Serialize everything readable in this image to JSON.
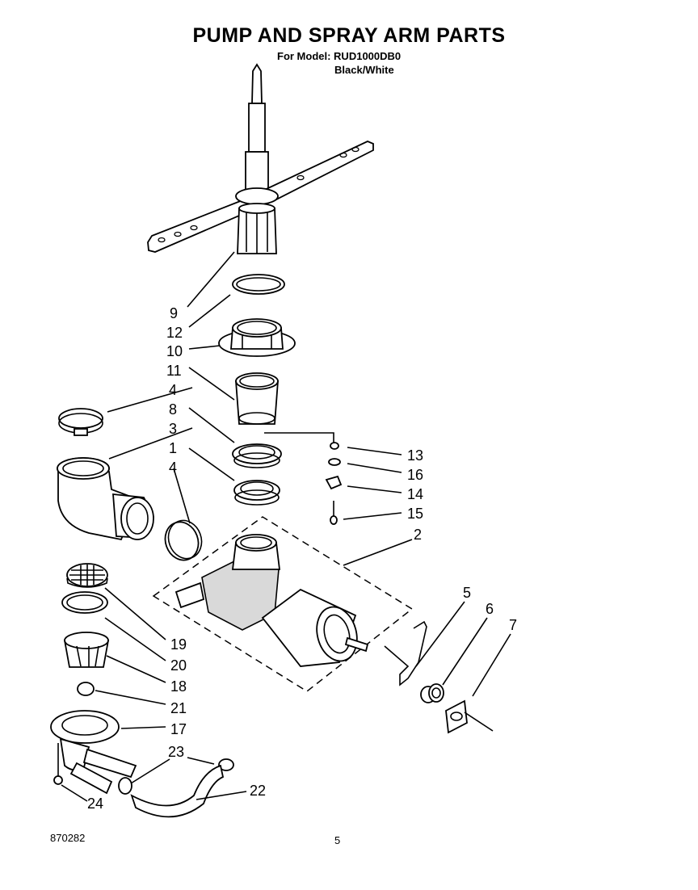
{
  "header": {
    "title": "PUMP AND SPRAY ARM PARTS",
    "model_line": "For Model: RUD1000DB0",
    "color_line": "Black/White"
  },
  "callouts": {
    "c1": "1",
    "c2": "2",
    "c3": "3",
    "c4a": "4",
    "c4b": "4",
    "c5": "5",
    "c6": "6",
    "c7": "7",
    "c8": "8",
    "c9": "9",
    "c10": "10",
    "c11": "11",
    "c12": "12",
    "c13": "13",
    "c14": "14",
    "c15": "15",
    "c16": "16",
    "c17": "17",
    "c18": "18",
    "c19": "19",
    "c20": "20",
    "c21": "21",
    "c22": "22",
    "c23": "23",
    "c24": "24"
  },
  "footer": {
    "doc_number": "870282",
    "page_number": "5"
  }
}
